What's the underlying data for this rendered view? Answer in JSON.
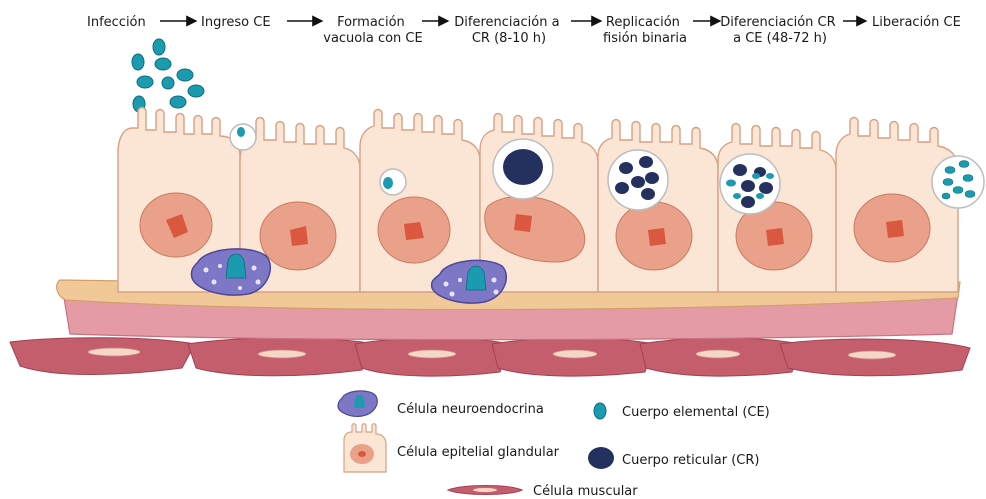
{
  "steps": [
    {
      "lines": [
        "Infección"
      ]
    },
    {
      "lines": [
        "Ingreso CE"
      ]
    },
    {
      "lines": [
        "Formación",
        "vacuola con CE"
      ]
    },
    {
      "lines": [
        "Diferenciación a",
        "CR (8-10 h)"
      ]
    },
    {
      "lines": [
        "Replicación",
        "fisión binaria"
      ]
    },
    {
      "lines": [
        "Diferenciación CR",
        "a CE (48-72 h)"
      ]
    },
    {
      "lines": [
        "Liberación CE"
      ]
    }
  ],
  "legend": {
    "neuroendocrine": "Célula neuroendocrina",
    "epithelial": "Célula epitelial glandular",
    "muscle": "Célula muscular",
    "elemental_body": "Cuerpo elemental (CE)",
    "reticular_body": "Cuerpo reticular (CR)"
  },
  "colors": {
    "elemental_body": "#1a9bb0",
    "reticular_body": "#24305e",
    "epithelial_cell": "#fbe6d6",
    "nucleus": "#e9a189",
    "nucleolus": "#d9583f",
    "neuroendocrine_cell": "#7e77c6",
    "basement_membrane": "#f1c999",
    "connective_tissue": "#e49ba6",
    "muscle_cell": "#c45e6c"
  }
}
